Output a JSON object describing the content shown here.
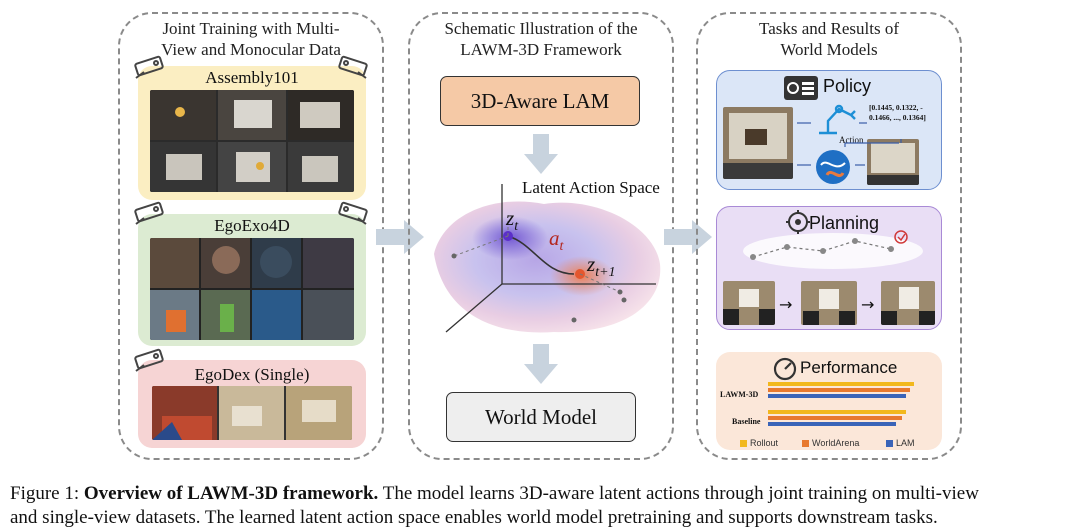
{
  "left_panel": {
    "title_line1": "Joint Training with Multi-",
    "title_line2": "View and Monocular Data",
    "datasets": [
      {
        "label": "Assembly101",
        "color": "#fbeec2"
      },
      {
        "label": "EgoExo4D",
        "color": "#dcebd2"
      },
      {
        "label": "EgoDex (Single)",
        "color": "#f6d4d4"
      }
    ]
  },
  "middle_panel": {
    "title_line1": "Schematic Illustration of the",
    "title_line2": "LAWM-3D Framework",
    "lam_box": "3D-Aware LAM",
    "latent_space_label": "Latent Action Space",
    "z_t": "z",
    "z_t_sub": "t",
    "a_t": "a",
    "a_t_sub": "t",
    "z_t1": "z",
    "z_t1_sub": "t+1",
    "world_model_box": "World Model"
  },
  "right_panel": {
    "title_line1": "Tasks and Results of",
    "title_line2": "World Models",
    "policy": {
      "title": "Policy",
      "vector_line1": "[0.1445, 0.1322, -",
      "vector_line2": "0.1466, ..., 0.1364]",
      "action_label": "Action"
    },
    "planning": {
      "title": "Planning"
    },
    "performance": {
      "title": "Performance",
      "row_labels": [
        "LAWM-3D",
        "Baseline"
      ],
      "legend": [
        "Rollout",
        "WorldArena",
        "LAM"
      ],
      "colors": {
        "Rollout": "#f2b81c",
        "WorldArena": "#e8792e",
        "LAM": "#3a64b8"
      }
    }
  },
  "caption": {
    "line1_prefix": "Figure 1: ",
    "line1_bold": "Overview of LAWM-3D framework.",
    "line1_rest": " The model learns 3D-aware latent actions through joint training on multi-view",
    "line2": "and single-view datasets. The learned latent action space enables world model pretraining and supports downstream tasks."
  }
}
